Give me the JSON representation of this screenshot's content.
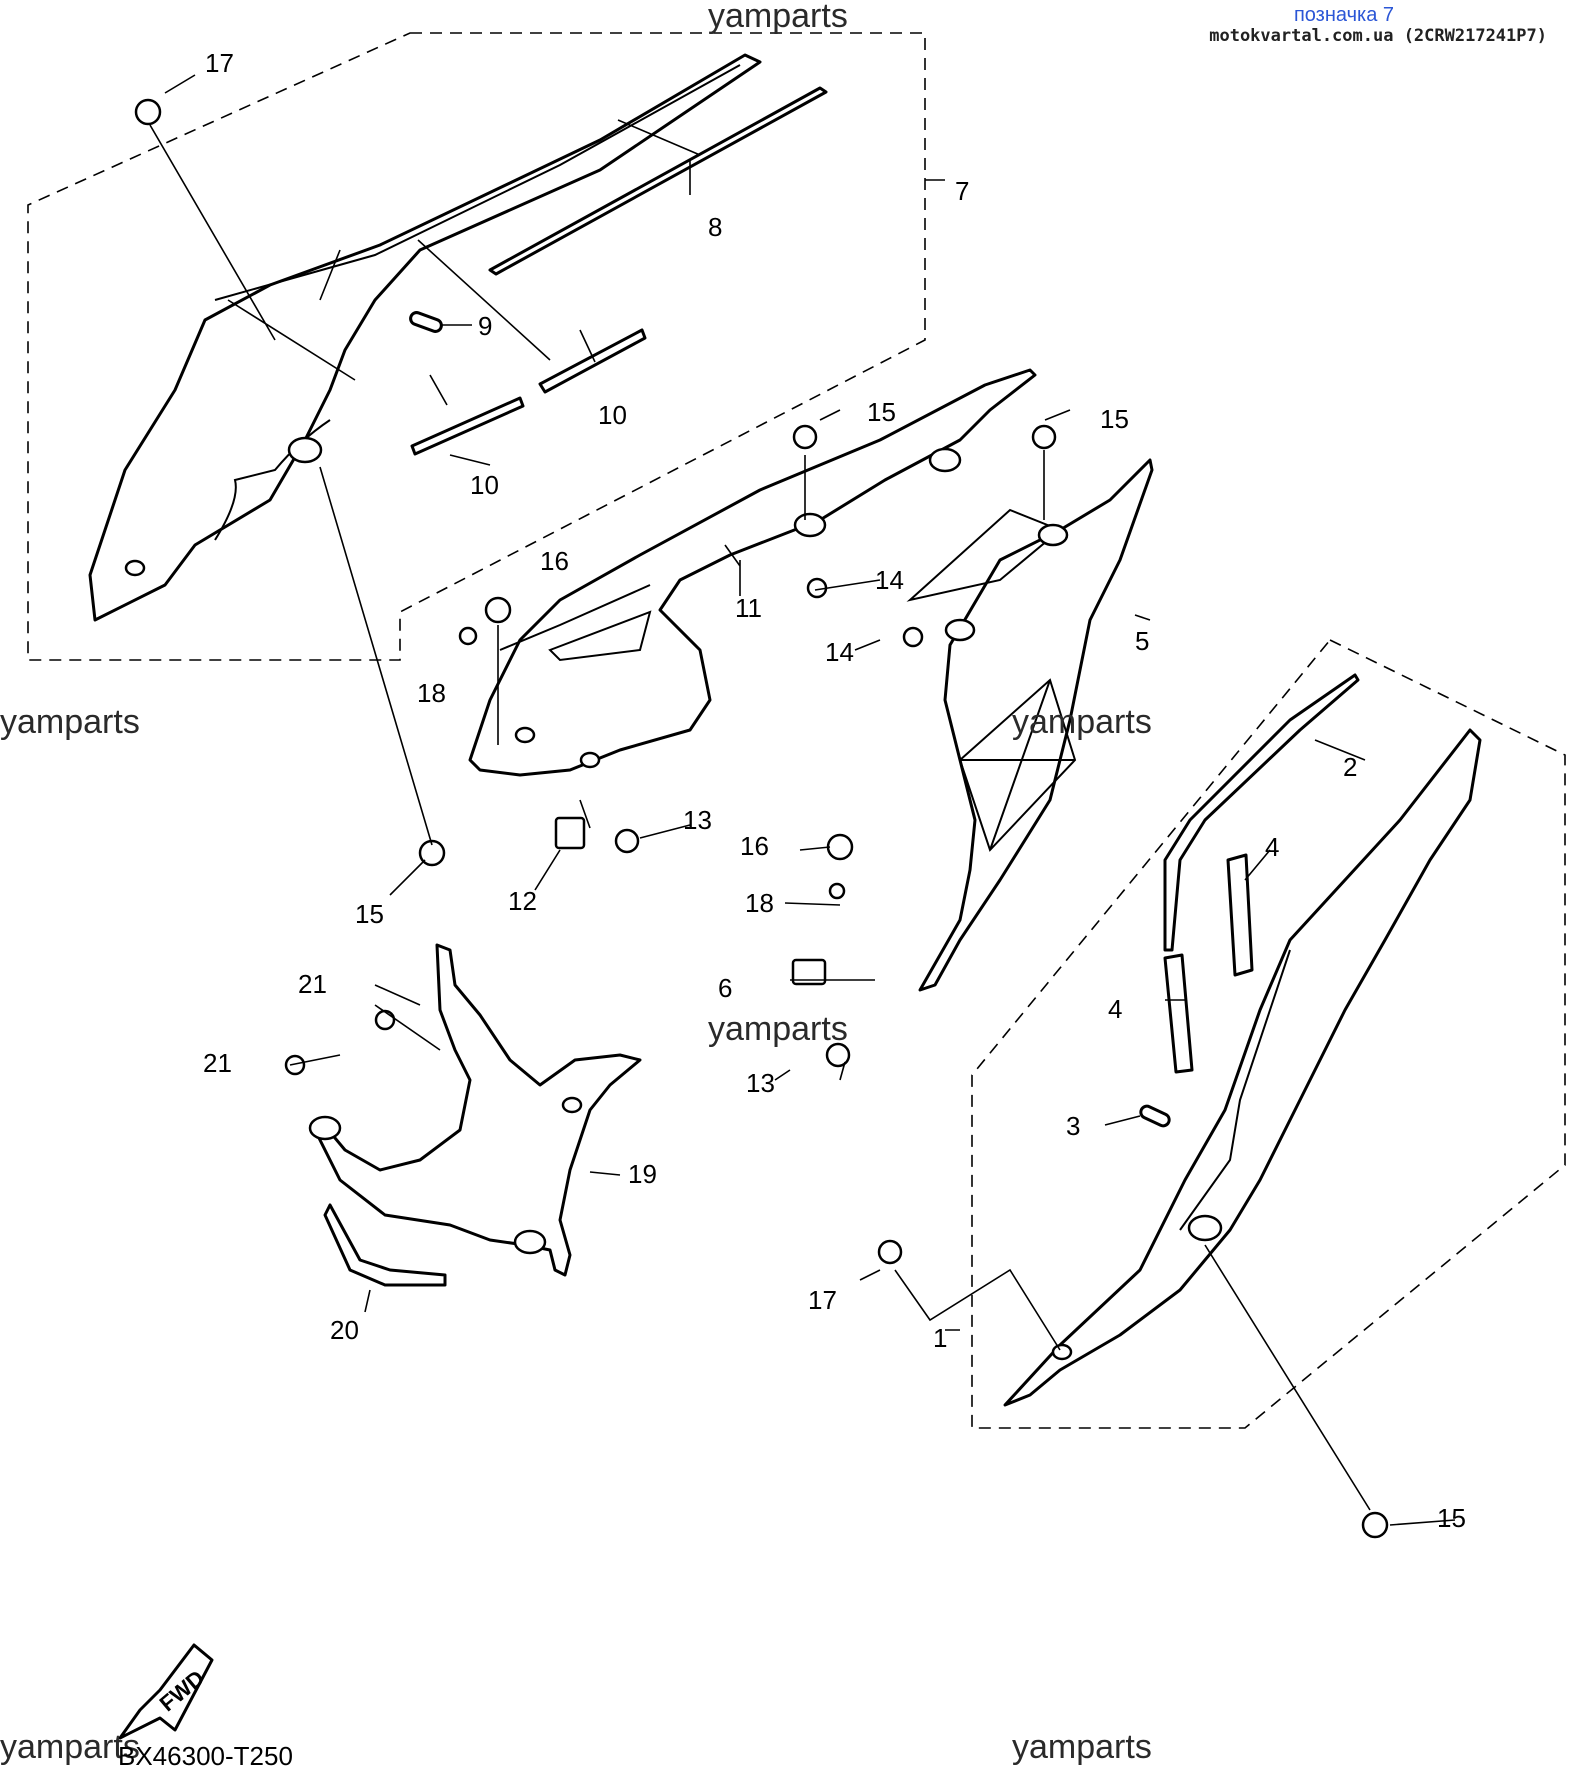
{
  "header": {
    "link_text": "позначка 7",
    "source_text": "motokvartal.com.ua (2CRW217241P7)"
  },
  "watermarks": [
    "yamparts",
    "yamparts",
    "yamparts",
    "yamparts",
    "yamparts",
    "yamparts"
  ],
  "callouts": [
    "17",
    "7",
    "8",
    "9",
    "10",
    "10",
    "15",
    "15",
    "11",
    "14",
    "14",
    "16",
    "18",
    "5",
    "2",
    "13",
    "12",
    "15",
    "4",
    "16",
    "18",
    "6",
    "13",
    "21",
    "21",
    "4",
    "3",
    "19",
    "17",
    "1",
    "20",
    "15"
  ],
  "fwd_label": "FWD",
  "diagram_code": "BX46300-T250",
  "colors": {
    "line": "#000000",
    "link": "#2b56d6",
    "background": "#ffffff"
  }
}
